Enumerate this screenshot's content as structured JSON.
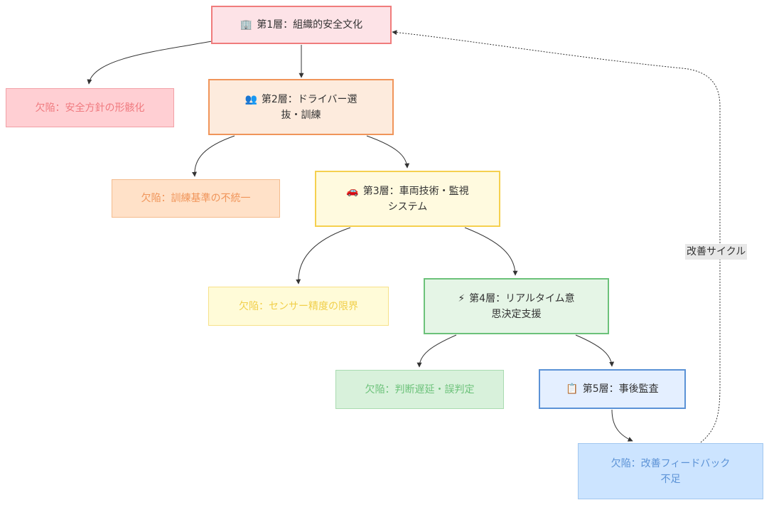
{
  "layers": [
    {
      "id": "l1",
      "emoji": "🏢",
      "line1": "第1層：組織的安全文化",
      "line2": ""
    },
    {
      "id": "l2",
      "emoji": "👥",
      "line1": "第2層：ドライバー選",
      "line2": "抜・訓練"
    },
    {
      "id": "l3",
      "emoji": "🚗",
      "line1": "第3層：車両技術・監視",
      "line2": "システム"
    },
    {
      "id": "l4",
      "emoji": "⚡",
      "line1": "第4層：リアルタイム意",
      "line2": "思決定支援"
    },
    {
      "id": "l5",
      "emoji": "📋",
      "line1": "第5層：事後監査",
      "line2": ""
    }
  ],
  "defects": [
    {
      "id": "d1",
      "line1": "欠陥：安全方針の形骸化",
      "line2": ""
    },
    {
      "id": "d2",
      "line1": "欠陥：訓練基準の不統一",
      "line2": ""
    },
    {
      "id": "d3",
      "line1": "欠陥：センサー精度の限界",
      "line2": ""
    },
    {
      "id": "d4",
      "line1": "欠陥：判断遅延・誤判定",
      "line2": ""
    },
    {
      "id": "d5",
      "line1": "欠陥：改善フィードバック",
      "line2": "不足"
    }
  ],
  "edge_labels": {
    "cycle": "改善サイクル"
  },
  "colors": {
    "edge": "#333333",
    "layer1_border": "#f07c7c",
    "layer2_border": "#f0955a",
    "layer3_border": "#f5d04f",
    "layer4_border": "#6cc27a",
    "layer5_border": "#5b92d6"
  }
}
